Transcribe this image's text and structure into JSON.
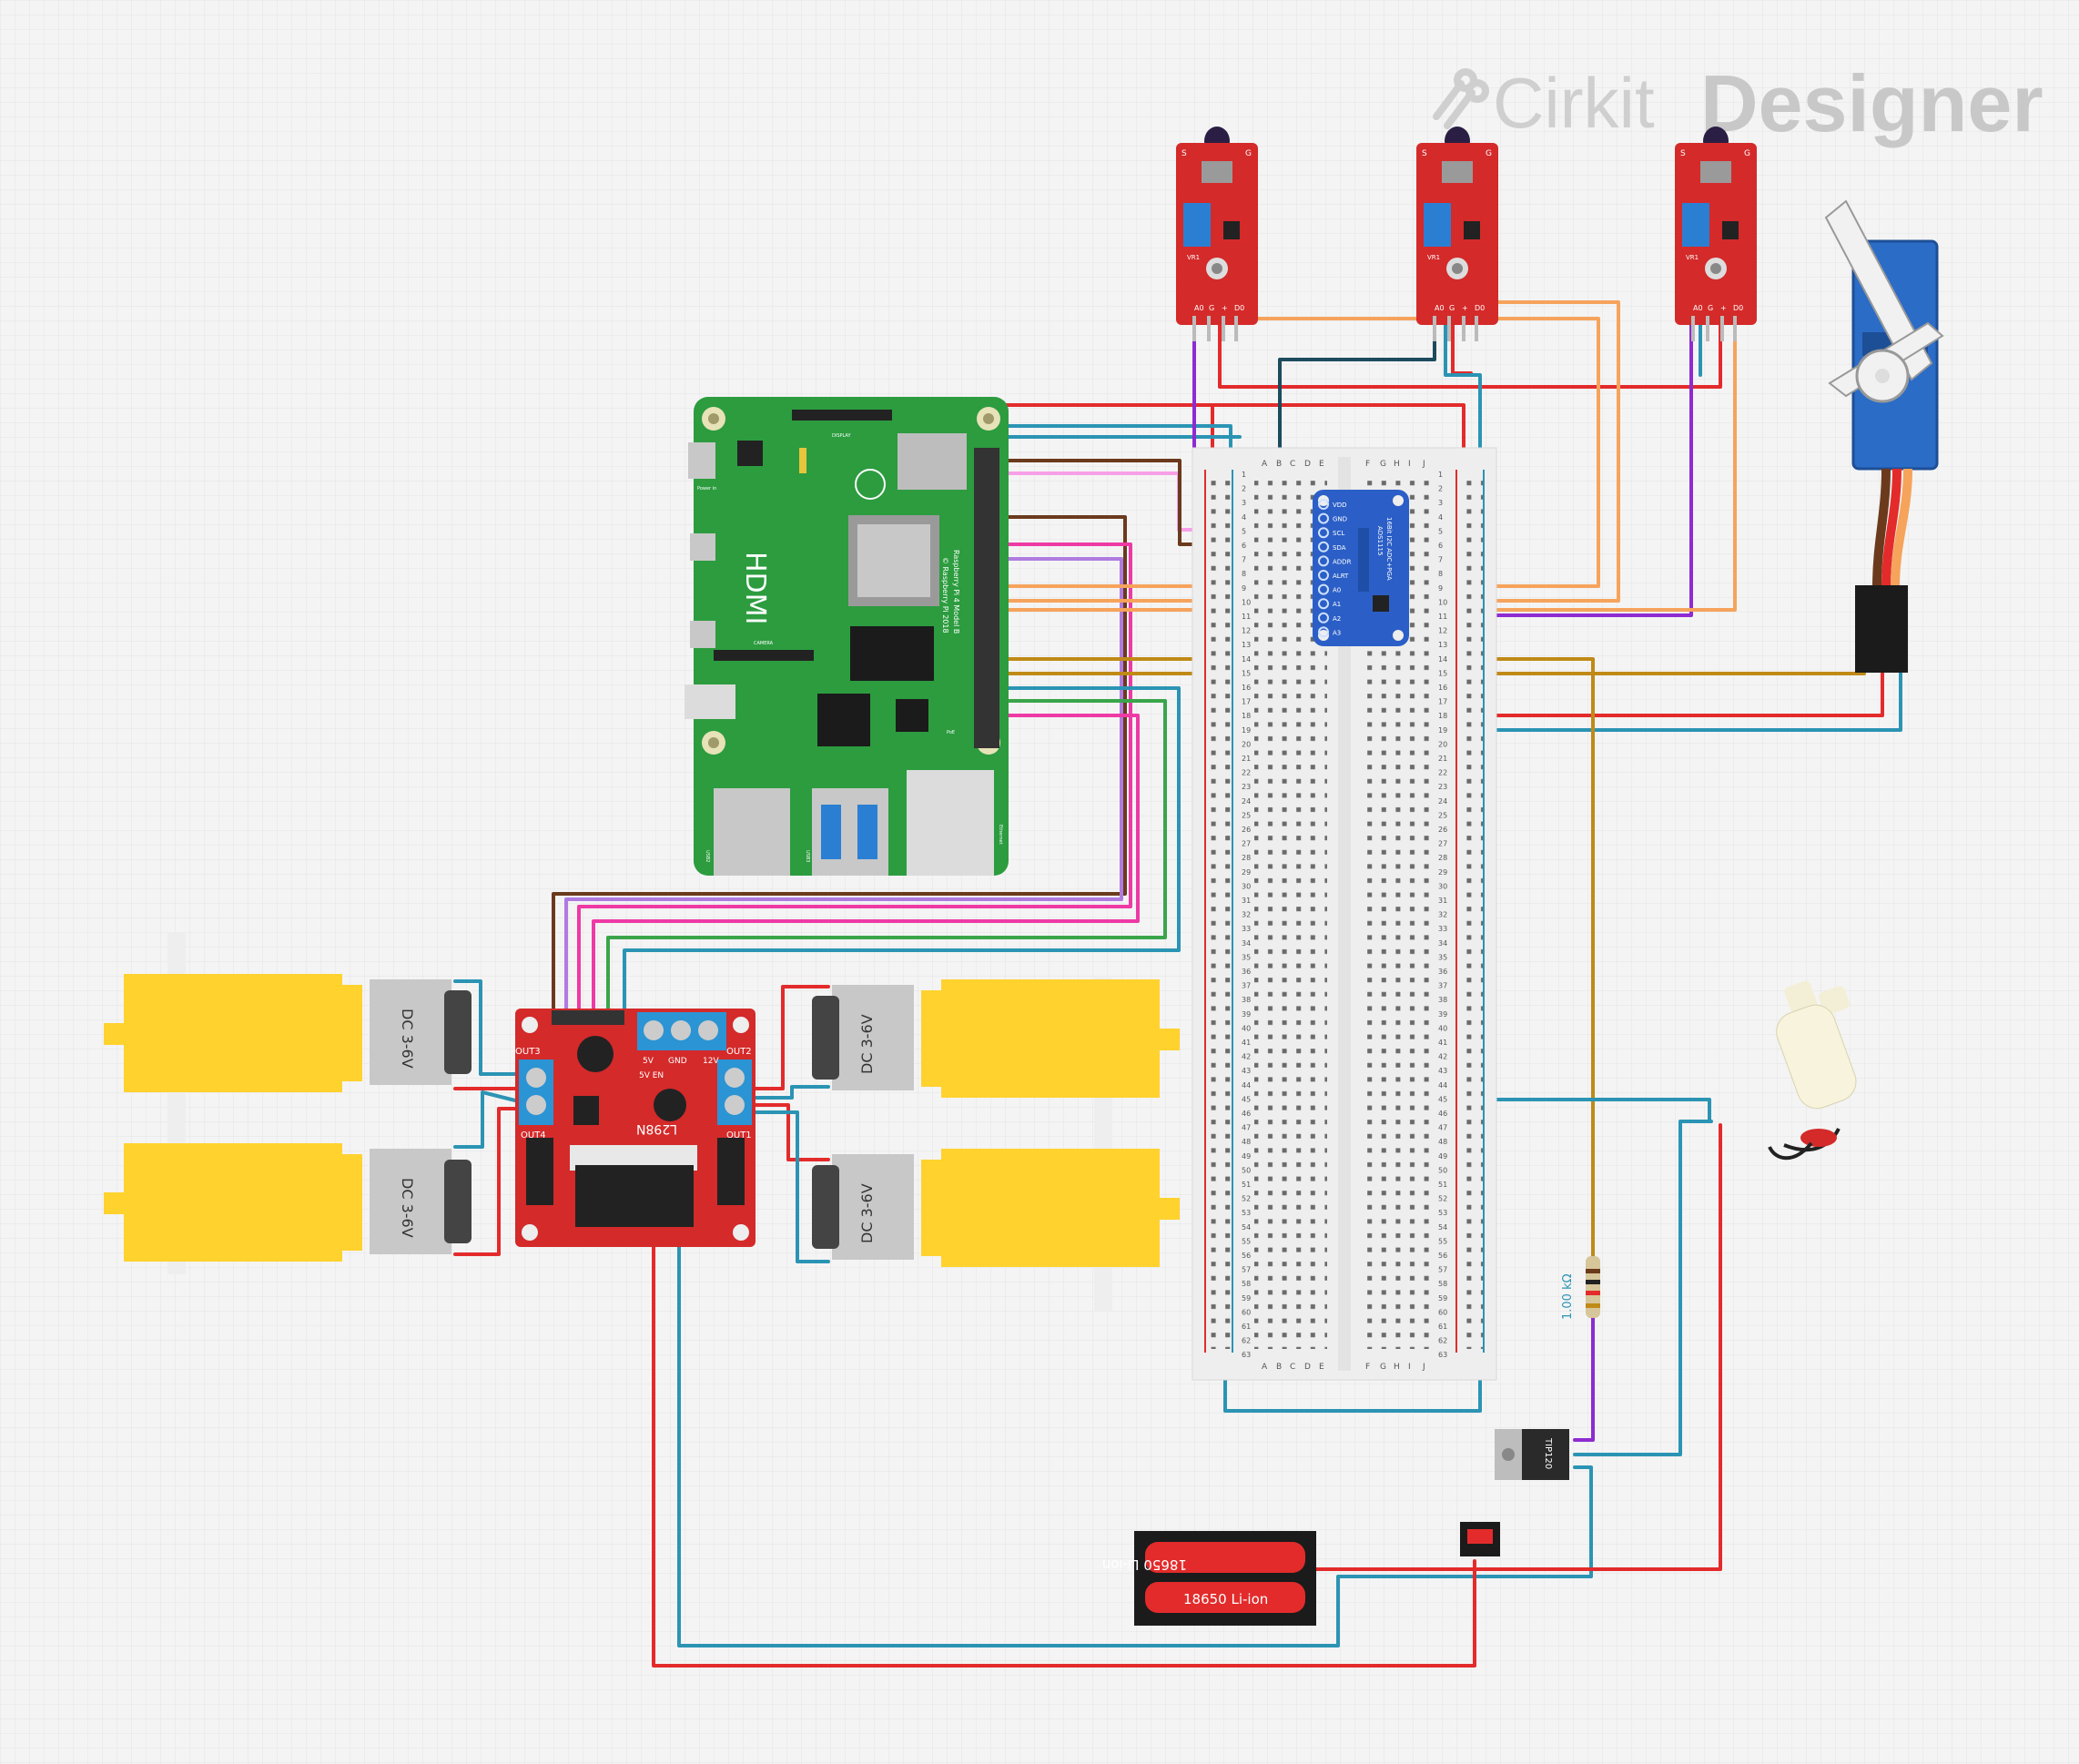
{
  "brand": {
    "name_part1": "Cirkit",
    "name_part2": "Designer"
  },
  "sensors": [
    {
      "label_top_s": "S",
      "label_top_g": "G",
      "pins": [
        "A0",
        "G",
        "+",
        "D0"
      ],
      "vr": "VR1"
    },
    {
      "label_top_s": "S",
      "label_top_g": "G",
      "pins": [
        "A0",
        "G",
        "+",
        "D0"
      ],
      "vr": "VR1"
    },
    {
      "label_top_s": "S",
      "label_top_g": "G",
      "pins": [
        "A0",
        "G",
        "+",
        "D0"
      ],
      "vr": "VR1"
    }
  ],
  "raspberry_pi": {
    "hdmi": "HDMI",
    "model_line1": "Raspberry Pi 4 Model B",
    "model_line2": "© Raspberry Pi 2018",
    "camera": "CAMERA",
    "display": "DISPLAY",
    "power_in": "Power in",
    "usb2": "USB2",
    "usb3": "USB3",
    "ethernet": "Ethernet",
    "poe": "PoE"
  },
  "adc": {
    "title": "16Bit I2C ADC+PGA",
    "chip": "ADS1115",
    "pins": [
      "VDD",
      "GND",
      "SCL",
      "SDA",
      "ADDR",
      "ALRT",
      "A0",
      "A1",
      "A2",
      "A3"
    ]
  },
  "breadboard": {
    "cols_left": [
      "A",
      "B",
      "C",
      "D",
      "E"
    ],
    "cols_right": [
      "F",
      "G",
      "H",
      "I",
      "J"
    ],
    "rows": 63
  },
  "motor_driver": {
    "chip": "L298N",
    "out1": "OUT1",
    "out2": "OUT2",
    "out3": "OUT3",
    "out4": "OUT4",
    "pwr_12v": "12V",
    "gnd": "GND",
    "pwr_5v": "5V",
    "en": "5V EN"
  },
  "motors": [
    {
      "label": "DC 3-6V"
    },
    {
      "label": "DC 3-6V"
    },
    {
      "label": "DC 3-6V"
    },
    {
      "label": "DC 3-6V"
    }
  ],
  "battery": {
    "cell1": "18650 Li-ion",
    "cell2": "18650 Li-ion"
  },
  "resistor": {
    "label": "1.00 kΩ"
  },
  "transistor": {
    "label": "TIP120"
  },
  "colors": {
    "red": "#e32b2b",
    "teal": "#2b94b4",
    "orange": "#f6a35c",
    "brown": "#6b3a1d",
    "pink": "#f79fe7",
    "violet": "#b07be0",
    "magenta": "#ee3aa5",
    "green": "#3aa54a",
    "gold": "#c08a17",
    "purple": "#8e2bd1",
    "navy": "#1d4b5e",
    "pcb_green": "#2c9c3f",
    "pcb_red": "#d42a2a",
    "motor_yellow": "#ffd22e"
  }
}
